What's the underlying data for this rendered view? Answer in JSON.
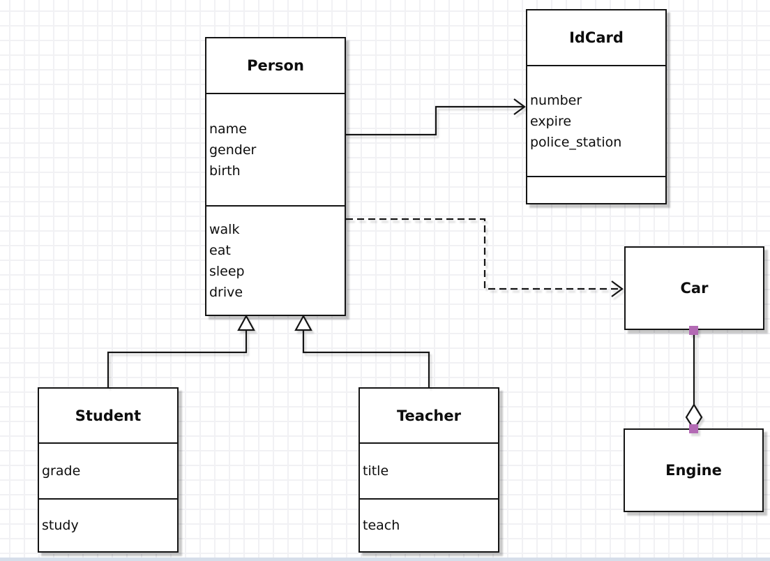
{
  "diagram": {
    "type": "uml-class-diagram",
    "canvas": {
      "background": "#ffffff",
      "grid_color": "#f1f1f4",
      "line_color": "#141414",
      "handle_color": "#b36ab4",
      "bottom_edge_color": "#d6deea"
    },
    "classes": {
      "person": {
        "title": "Person",
        "attributes": [
          "name",
          "gender",
          "birth"
        ],
        "methods": [
          "walk",
          "eat",
          "sleep",
          "drive"
        ]
      },
      "idcard": {
        "title": "IdCard",
        "attributes": [
          "number",
          "expire",
          "police_station"
        ],
        "methods": []
      },
      "car": {
        "title": "Car"
      },
      "engine": {
        "title": "Engine"
      },
      "student": {
        "title": "Student",
        "attributes": [
          "grade"
        ],
        "methods": [
          "study"
        ]
      },
      "teacher": {
        "title": "Teacher",
        "attributes": [
          "title"
        ],
        "methods": [
          "teach"
        ]
      }
    },
    "relationships": [
      {
        "from": "Person",
        "to": "IdCard",
        "type": "association",
        "line": "solid",
        "arrow": "open"
      },
      {
        "from": "Person",
        "to": "Car",
        "type": "dependency",
        "line": "dashed",
        "arrow": "open"
      },
      {
        "from": "Student",
        "to": "Person",
        "type": "generalization",
        "line": "solid",
        "arrow": "hollow-triangle"
      },
      {
        "from": "Teacher",
        "to": "Person",
        "type": "generalization",
        "line": "solid",
        "arrow": "hollow-triangle"
      },
      {
        "from": "Car",
        "to": "Engine",
        "type": "aggregation",
        "line": "solid",
        "arrow": "hollow-diamond"
      }
    ]
  }
}
